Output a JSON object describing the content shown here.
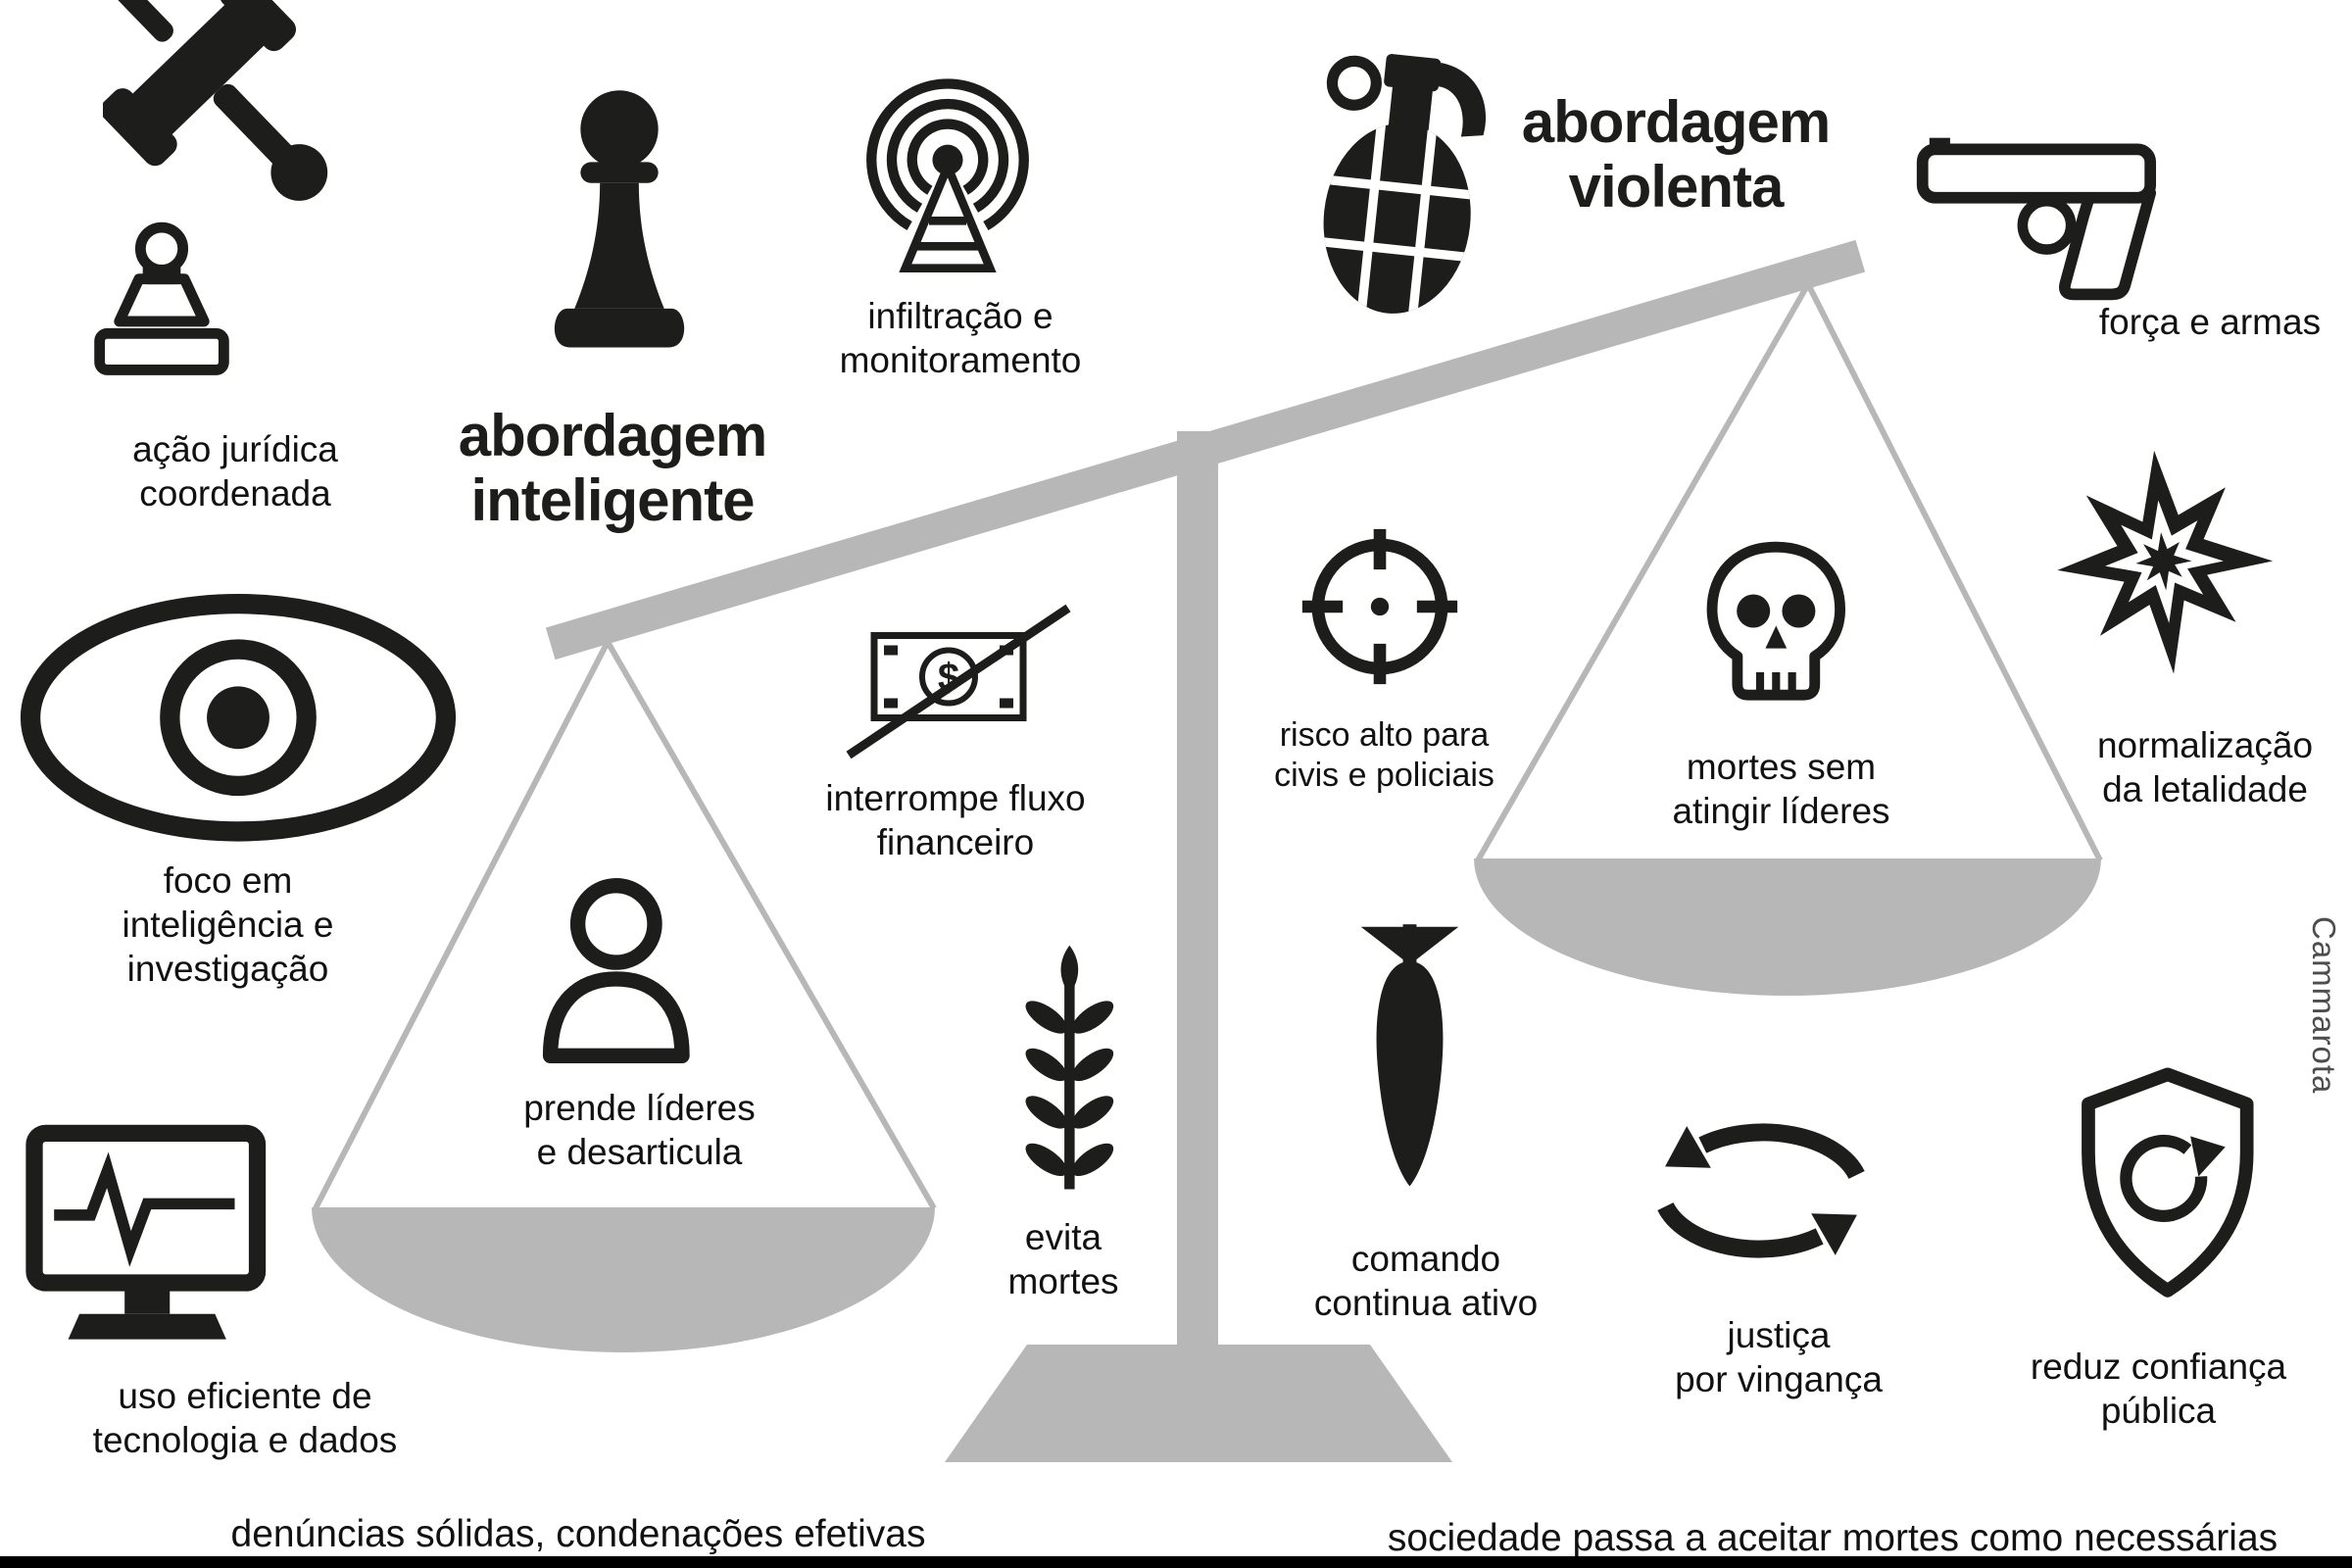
{
  "colors": {
    "ink": "#1d1d1b",
    "scale": "#b7b7b7",
    "credit": "#4d4d4d"
  },
  "headings": {
    "smart": "abordagem\ninteligente",
    "violent": "abordagem\nviolenta"
  },
  "labels": {
    "legal_action": "ação jurídica\ncoordenada",
    "infiltration": "infiltração e\nmonitoramento",
    "force_weapons": "força e armas",
    "lethality": "normalização\nda letalidade",
    "intelligence_focus": "foco em\ninteligência e\ninvestigação",
    "financial_flow": "interrompe fluxo\nfinanceiro",
    "arrest_leaders": "prende líderes\ne desarticula",
    "deaths_without_leaders": "mortes sem\natingir líderes",
    "civilian_risk": "risco alto para\ncivis e policiais",
    "avoid_deaths": "evita\nmortes",
    "command_active": "comando\ncontinua ativo",
    "revenge_justice": "justiça\npor vingança",
    "public_trust": "reduz confiança\npública",
    "technology_use": "uso eficiente de\ntecnologia e dados"
  },
  "footers": {
    "left": "denúncias sólidas, condenações efetivas",
    "right": "sociedade passa a aceitar mortes como necessárias"
  },
  "icons": {
    "dollar_glyph": "$"
  },
  "credit": "Cammarota"
}
